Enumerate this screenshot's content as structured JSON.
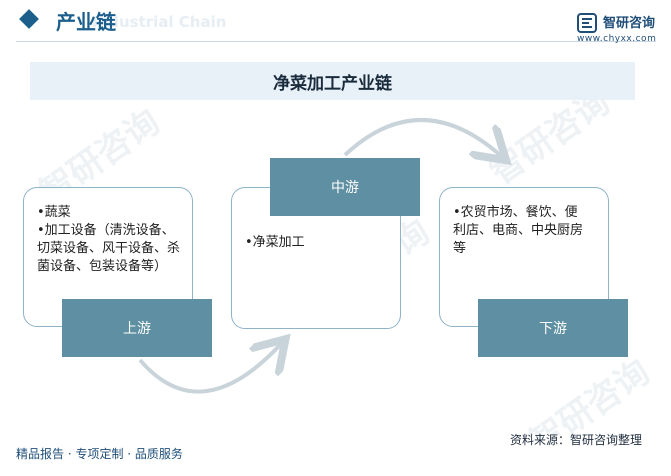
{
  "header": {
    "title": "产业链",
    "ghost_text": "Industrial Chain",
    "logo_name": "智研咨询",
    "logo_url": "www.chyxx.com"
  },
  "diagram": {
    "title": "净菜加工产业链",
    "upstream": {
      "label": "上游",
      "items": [
        "•蔬菜",
        "•加工设备（清洗设备、切菜设备、风干设备、杀菌设备、包装设备等）"
      ]
    },
    "midstream": {
      "label": "中游",
      "items": [
        "•净菜加工"
      ]
    },
    "downstream": {
      "label": "下游",
      "items": [
        "•农贸市场、餐饮、便利店、电商、中央厨房等"
      ]
    }
  },
  "watermark": {
    "text": "智研咨询"
  },
  "footer": {
    "left": "精品报告 · 专项定制 · 品质服务",
    "source": "资料来源：智研咨询整理"
  },
  "colors": {
    "accent": "#1c5f8c",
    "tag": "#5e8fa3",
    "border": "#8fb3c9",
    "band": "#e8f1f8"
  }
}
